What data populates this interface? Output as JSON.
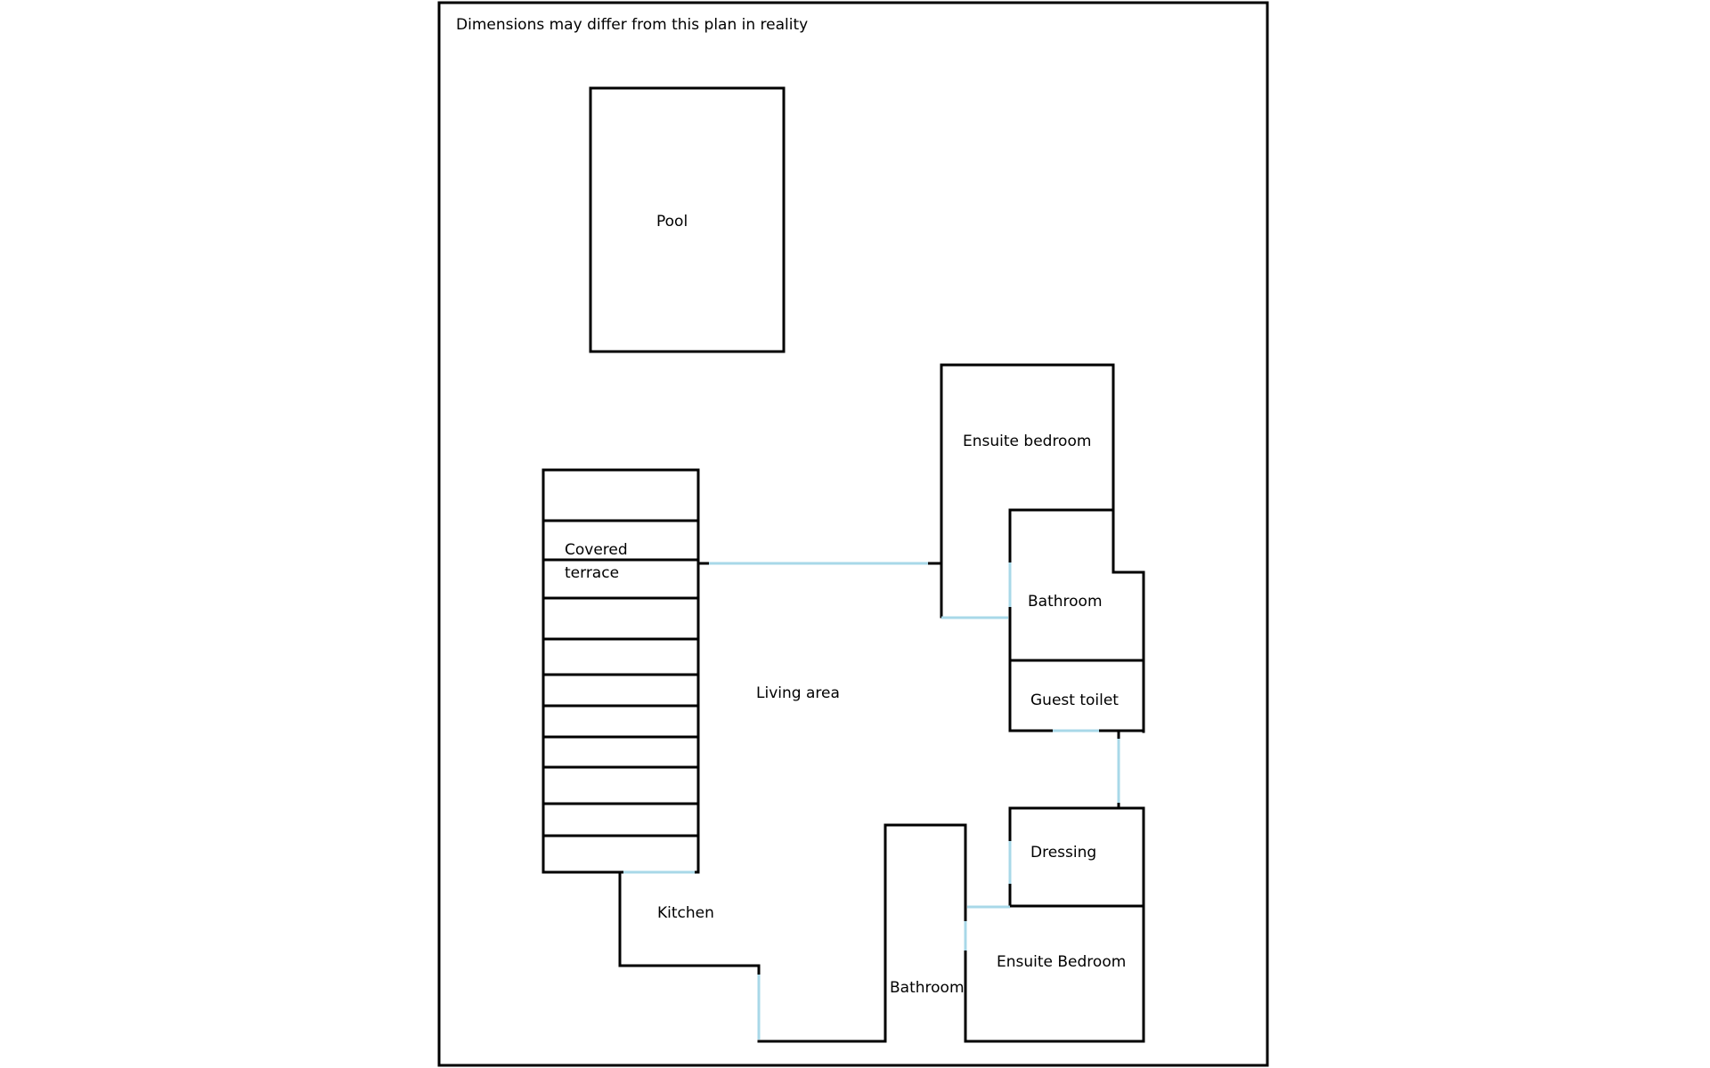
{
  "disclaimer": "Dimensions may differ from this plan in reality",
  "rooms": {
    "pool": "Pool",
    "ensuite_bedroom_top": "Ensuite bedroom",
    "covered_terrace_line1": "Covered",
    "covered_terrace_line2": "terrace",
    "bathroom_top": "Bathroom",
    "living_area": "Living area",
    "guest_toilet": "Guest toilet",
    "dressing": "Dressing",
    "kitchen": "Kitchen",
    "ensuite_bedroom_bottom": "Ensuite Bedroom",
    "bathroom_bottom": "Bathroom"
  },
  "colors": {
    "wall": "#000000",
    "opening": "#a8d8e8",
    "background": "#ffffff"
  }
}
